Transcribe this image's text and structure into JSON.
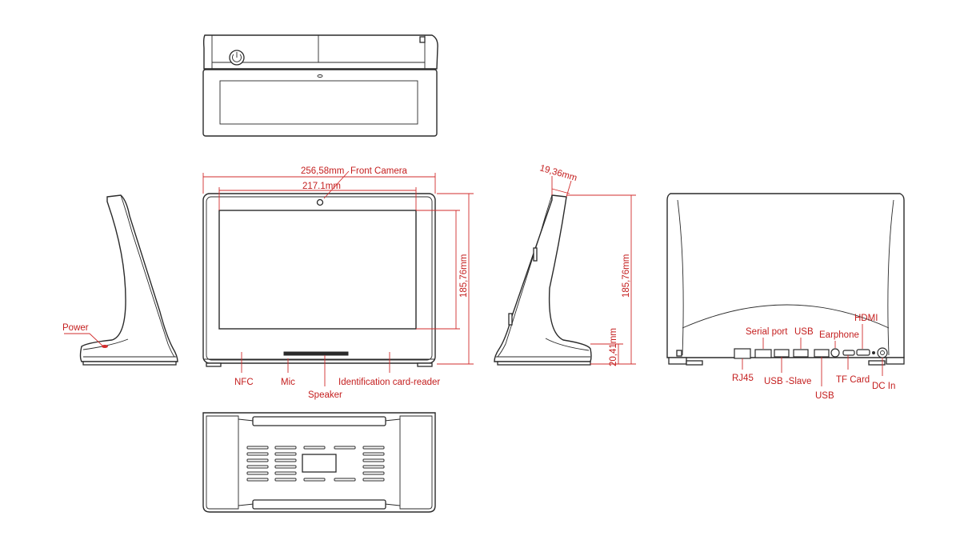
{
  "labels": {
    "power": "Power",
    "front_camera": "Front Camera",
    "nfc": "NFC",
    "mic": "Mic",
    "speaker": "Speaker",
    "id_card_reader": "Identification card-reader",
    "serial_port": "Serial port",
    "usb_top": "USB",
    "earphone": "Earphone",
    "hdmi": "HDMI",
    "rj45": "RJ45",
    "usb_slave": "USB -Slave",
    "usb_bottom": "USB",
    "tf_card": "TF Card",
    "dc_in": "DC In"
  },
  "dimensions": {
    "total_width": "256,58mm",
    "screen_width": "217.1mm",
    "front_height": "185,76mm",
    "depth_top": "19,36mm",
    "side_height": "185,76mm",
    "base_height": "20,41mm"
  },
  "colors": {
    "label": "#c41e1e",
    "line": "#2a2a2a"
  }
}
